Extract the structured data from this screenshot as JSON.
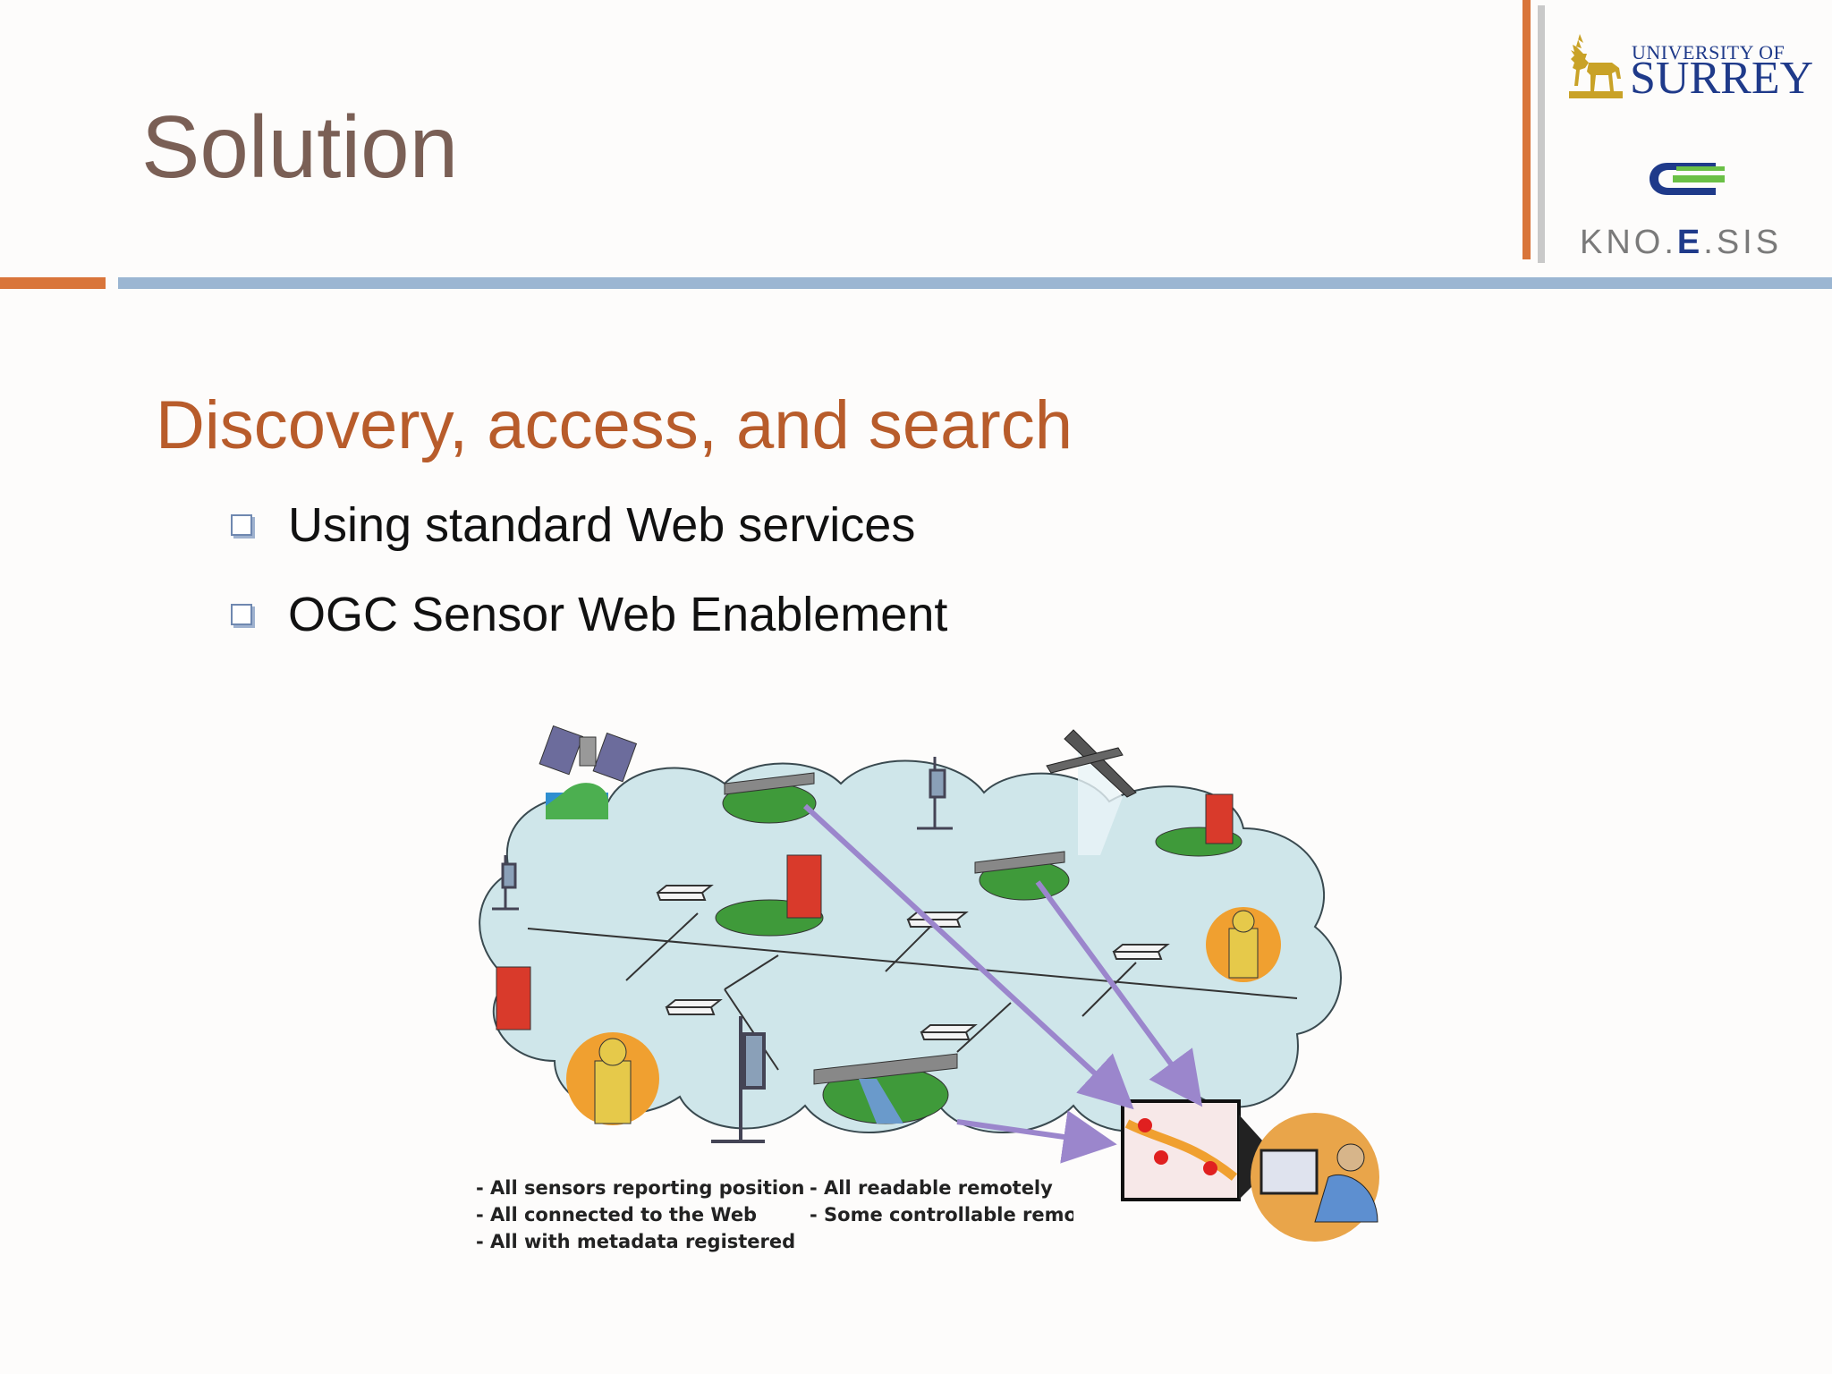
{
  "slide": {
    "title": "Solution",
    "subtitle": "Discovery, access, and search",
    "bullets": [
      "Using standard Web services",
      "OGC Sensor Web Enablement"
    ]
  },
  "logos": {
    "university_line1": "UNIVERSITY OF",
    "university_line2": "SURREY",
    "knoesis_part1": "KNO.",
    "knoesis_part2": "E",
    "knoesis_part3": ".SIS"
  },
  "diagram": {
    "captions_left": [
      "- All sensors reporting position",
      "- All connected to the Web",
      "- All with metadata registered"
    ],
    "captions_right": [
      "- All readable remotely",
      "- Some controllable remotely"
    ]
  },
  "colors": {
    "title": "#7a5f55",
    "subtitle": "#b85c2b",
    "accent_orange": "#d9753a",
    "accent_blue": "#9bb6d2",
    "cloud": "#cfe6ea",
    "arrow": "#9b86cc"
  }
}
